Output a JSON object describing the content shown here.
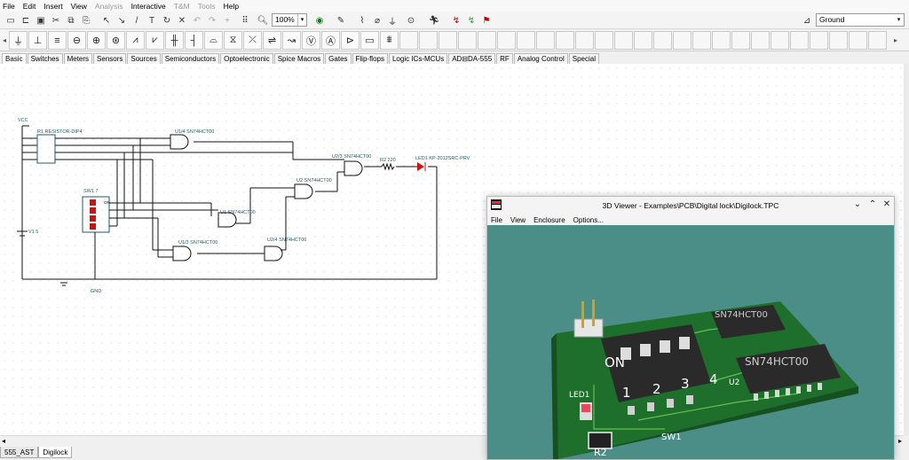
{
  "menu": [
    {
      "label": "File",
      "enabled": true
    },
    {
      "label": "Edit",
      "enabled": true
    },
    {
      "label": "Insert",
      "enabled": true
    },
    {
      "label": "View",
      "enabled": true
    },
    {
      "label": "Analysis",
      "enabled": false
    },
    {
      "label": "Interactive",
      "enabled": true
    },
    {
      "label": "T&M",
      "enabled": false
    },
    {
      "label": "Tools",
      "enabled": false
    },
    {
      "label": "Help",
      "enabled": true
    }
  ],
  "toolbar": {
    "zoom": "100%",
    "ground_select": "Ground"
  },
  "component_tabs": [
    "Basic",
    "Switches",
    "Meters",
    "Sensors",
    "Sources",
    "Semiconductors",
    "Optoelectronic",
    "Spice Macros",
    "Gates",
    "Flip-flops",
    "Logic ICs-MCUs",
    "AD⊟DA-555",
    "RF",
    "Analog Control",
    "Special"
  ],
  "active_component_tab": "Basic",
  "schematic": {
    "vcc": "VCC",
    "gnd": "GND",
    "battery": "V1 5",
    "resistor_network": "R1 RESISTOR-DIP4",
    "switch": "SW1 7",
    "switch_on": "ON",
    "gate_u14": "U1/4 SN74HCT00",
    "gate_u23": "U2/3 SN74HCT00",
    "gate_u2": "U2 SN74HCT00",
    "gate_u1": "U1 SN74HCT00",
    "gate_u24": "U2/4 SN74HCT00",
    "gate_u13": "U1/3 SN74HCT00",
    "resistor_r2": "R2 220",
    "led": "LED1 KP-2012SRC-PRV"
  },
  "doc_tabs": [
    "555_AST",
    "Digilock"
  ],
  "active_doc_tab": "Digilock",
  "viewer": {
    "title": "3D Viewer - Examples\\PCB\\Digital lock\\Digilock.TPC",
    "menu": [
      "File",
      "View",
      "Enclosure",
      "Options..."
    ],
    "labels": {
      "on": "ON",
      "sw_keys": [
        "1",
        "2",
        "3",
        "4"
      ],
      "chip1": "SN74HCT00",
      "chip2": "SN74HCT00",
      "sw1": "SW1",
      "led1": "LED1",
      "r2": "R2",
      "u2": "U2"
    },
    "board_color": "#1f6f2c",
    "background_color": "#4b8e87"
  }
}
